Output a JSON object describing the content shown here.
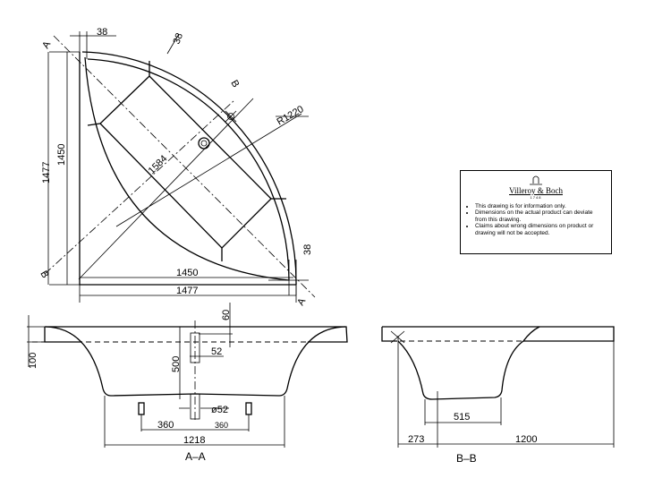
{
  "plan": {
    "dims": {
      "top_rim": "38",
      "rim_arc": "38",
      "right_rim": "38",
      "height_outer": "1477",
      "height_inner": "1450",
      "width_inner": "1450",
      "width_outer": "1477",
      "diagonal": "1584",
      "radius": "R1220"
    },
    "section_marks": {
      "a": "A",
      "b": "B"
    }
  },
  "section_aa": {
    "title": "A–A",
    "dims": {
      "rim": "100",
      "overflow_height": "60",
      "overflow_dia": "52",
      "depth": "500",
      "drain_dia": "ø52",
      "foot_left": "360",
      "foot_right": "360",
      "base_width": "1218"
    }
  },
  "section_bb": {
    "title": "B–B",
    "dims": {
      "base": "515",
      "offset": "273",
      "length": "1200"
    }
  },
  "legend": {
    "brand": "Villeroy & Boch",
    "year": "1748",
    "notes": [
      "This drawing is for information only.",
      "Dimensions on the actual product can deviate from this drawing.",
      "Claims about wrong dimensions on product or drawing will not be accepted."
    ]
  }
}
